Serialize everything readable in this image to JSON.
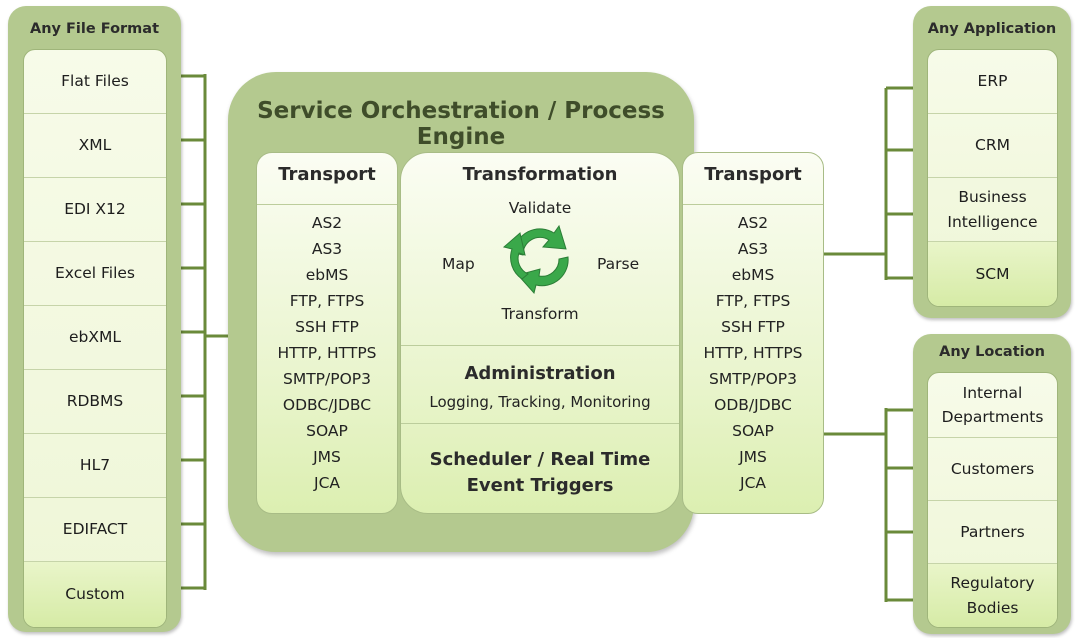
{
  "left_panel": {
    "title": "Any File Format",
    "items": [
      "Flat Files",
      "XML",
      "EDI X12",
      "Excel Files",
      "ebXML",
      "RDBMS",
      "HL7",
      "EDIFACT",
      "Custom"
    ]
  },
  "engine": {
    "title": "Service Orchestration / Process Engine",
    "transport_left": {
      "header": "Transport",
      "protocols": [
        "AS2",
        "AS3",
        "ebMS",
        "FTP, FTPS",
        "SSH FTP",
        "HTTP, HTTPS",
        "SMTP/POP3",
        "ODBC/JDBC",
        "SOAP",
        "JMS",
        "JCA"
      ]
    },
    "transformation": {
      "header": "Transformation",
      "validate": "Validate",
      "map": "Map",
      "parse": "Parse",
      "transform": "Transform"
    },
    "administration": {
      "header": "Administration",
      "detail": "Logging, Tracking, Monitoring"
    },
    "scheduler": {
      "line1": "Scheduler / Real Time",
      "line2": "Event Triggers"
    },
    "transport_right": {
      "header": "Transport",
      "protocols": [
        "AS2",
        "AS3",
        "ebMS",
        "FTP, FTPS",
        "SSH FTP",
        "HTTP, HTTPS",
        "SMTP/POP3",
        "ODB/JDBC",
        "SOAP",
        "JMS",
        "JCA"
      ]
    }
  },
  "app_panel": {
    "title": "Any Application",
    "items": [
      [
        "ERP"
      ],
      [
        "CRM"
      ],
      [
        "Business",
        "Intelligence"
      ],
      [
        "SCM"
      ]
    ]
  },
  "location_panel": {
    "title": "Any Location",
    "items": [
      [
        "Internal",
        "Departments"
      ],
      [
        "Customers"
      ],
      [
        "Partners"
      ],
      [
        "Regulatory",
        "Bodies"
      ]
    ]
  },
  "colors": {
    "panel": "#b4c98f",
    "connector": "#6a8a3a",
    "cycle_arrow": "#3aa84a"
  }
}
